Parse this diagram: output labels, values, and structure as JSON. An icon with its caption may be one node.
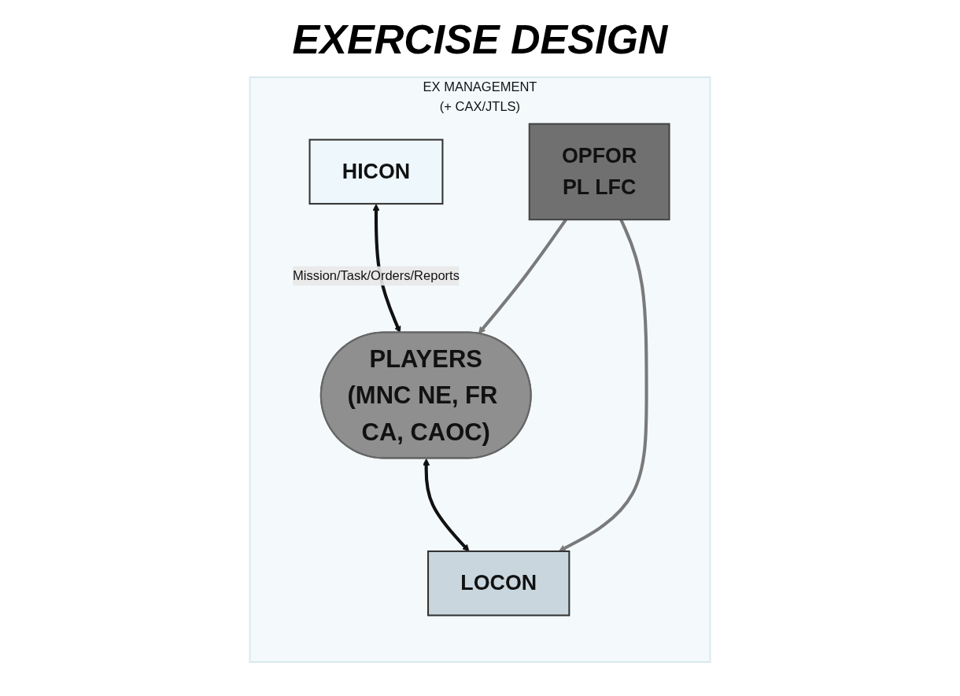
{
  "diagram": {
    "title": "EXERCISE DESIGN",
    "nodes": [
      {
        "text": [
          "EX MANAGEMENT",
          "(+ CAX/JTLS)"
        ]
      },
      {
        "text": [
          "HICON"
        ],
        "in": 0
      },
      {
        "text": [
          "PLAYERS",
          "(MNC NE, FR CA, CAOC)"
        ],
        "in": 0
      },
      {
        "text": [
          "OPFOR",
          "PL LFC"
        ],
        "in": 0
      },
      {
        "text": [
          "LOCON"
        ],
        "in": 0
      }
    ],
    "edges": [
      {
        "from": 1,
        "to": 2,
        "arrow": "both",
        "label": "Mission/Task/Orders/Reports"
      },
      {
        "from": 3,
        "to": 2,
        "arrow": "to",
        "color": "#7a7a7a"
      },
      {
        "from": 2,
        "to": 4,
        "arrow": "both"
      },
      {
        "from": 3,
        "to": 4,
        "arrow": "to",
        "color": "#7a7a7a"
      }
    ]
  }
}
